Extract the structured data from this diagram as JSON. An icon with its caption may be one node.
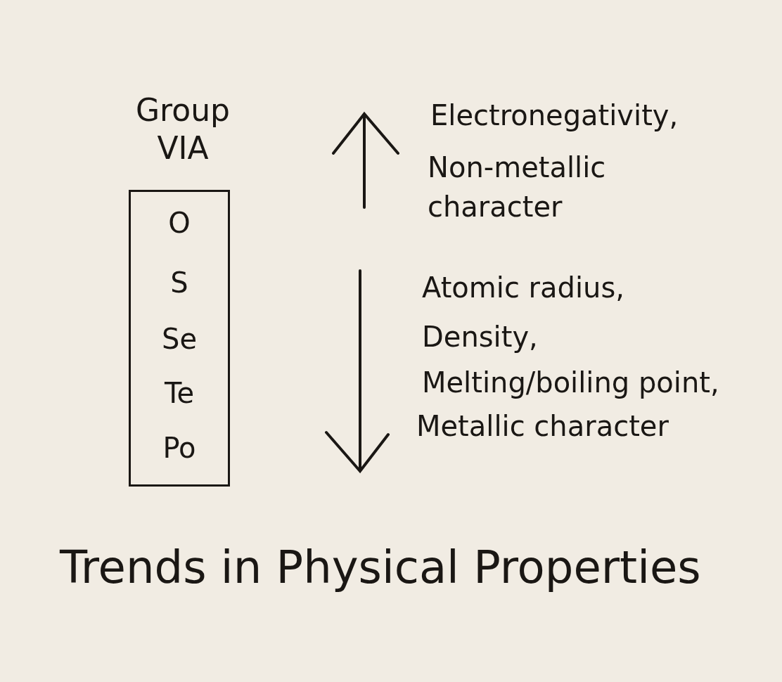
{
  "diagram": {
    "caption": "Trends in Physical Properties",
    "nodes": [
      {
        "text": [
          "Group VIA",
          "O",
          "S",
          "Se",
          "Te",
          "Po"
        ]
      }
    ],
    "edges": [],
    "labels": [
      "Electronegativity,",
      "Non-metallic character",
      "Atomic radius,",
      "Density,",
      "Melting/boiling point,",
      "Metallic character"
    ]
  }
}
